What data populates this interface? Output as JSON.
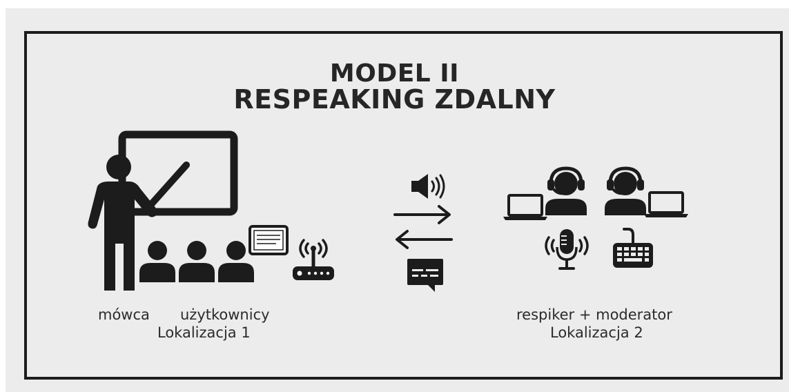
{
  "diagram": {
    "title_line1": "MODEL II",
    "title_line2": "RESPEAKING ZDALNY",
    "left": {
      "speaker_label": "mówca",
      "users_label": "użytkownicy",
      "location_label": "Lokalizacja 1"
    },
    "right": {
      "role_label": "respiker + moderator",
      "location_label": "Lokalizacja 2"
    },
    "icons": {
      "teacher": "teacher-at-board-icon",
      "audience": "user-silhouette-icon",
      "tablet": "tablet-icon",
      "router": "wifi-router-icon",
      "speaker": "speaker-sound-icon",
      "arrow_right": "arrow-right-icon",
      "arrow_left": "arrow-left-icon",
      "subtitles": "subtitles-chat-icon",
      "laptop": "laptop-icon",
      "headset_operator": "headset-operator-icon",
      "microphone": "microphone-broadcast-icon",
      "keyboard": "keyboard-icon"
    },
    "colors": {
      "background": "#ececec",
      "ink": "#1c1c1c",
      "text": "#2b2b2b"
    }
  }
}
